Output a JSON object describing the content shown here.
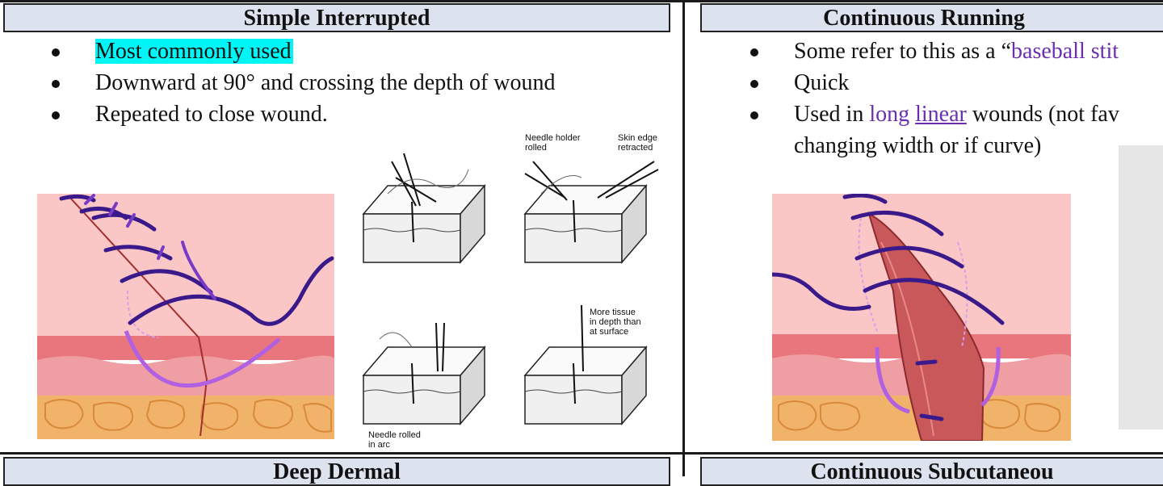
{
  "left_section": {
    "title": "Simple Interrupted",
    "bullets": [
      "Most commonly used",
      "Downward at 90° and crossing the depth of wound",
      "Repeated to close wound."
    ],
    "diagram_captions": {
      "needle_holder_rolled": [
        "Needle holder",
        "rolled"
      ],
      "skin_edge_retracted": [
        "Skin edge",
        "retracted"
      ],
      "more_tissue": [
        "More tissue",
        "in depth than",
        "at surface"
      ],
      "needle_rolled_in_arc": [
        "Needle rolled",
        "in arc"
      ]
    }
  },
  "right_section": {
    "title": "Continuous Running",
    "bullet1_text": "Some refer to this as a “",
    "bullet1_link": "baseball stit",
    "bullet2": "Quick",
    "bullet3_text_before": "Used in ",
    "bullet3_link1": "long",
    "bullet3_link2": "linear",
    "bullet3_text_after": " wounds (not fav",
    "bullet3_continuation": "changing width or if curve)"
  },
  "bottom_left": {
    "title": "Deep Dermal"
  },
  "bottom_right": {
    "title": "Continuous Subcutaneou"
  },
  "colors": {
    "header_bg": "#dde2ef",
    "highlight": "#00f6f6",
    "link": "#6a2fb0",
    "suture": "#3a1a8a",
    "skin": "#fbc6c6",
    "fat": "#f1b36a"
  }
}
